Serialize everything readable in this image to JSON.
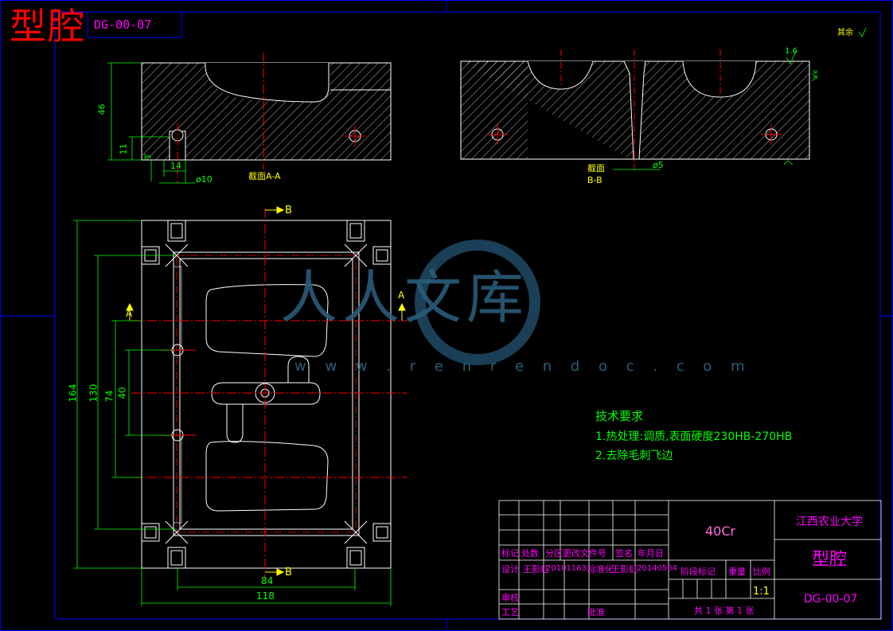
{
  "drawing": {
    "title": "型腔",
    "code": "DG-00-07",
    "surface_note": "其余",
    "roughness_top": "1.6",
    "roughness_right": "1.6"
  },
  "sections": {
    "aa_label": "截面A-A",
    "bb_label_line1": "截面",
    "bb_label_line2": "B-B",
    "bb_dim_diameter": "ø5"
  },
  "dimensions": {
    "aa_height": "46",
    "aa_small": "11",
    "aa_small2": "3",
    "aa_width": "14",
    "aa_diameter": "ø10",
    "plan_164": "164",
    "plan_130": "130",
    "plan_74": "74",
    "plan_40": "40",
    "plan_84": "84",
    "plan_118": "118"
  },
  "section_markers": {
    "b_top": "B",
    "b_bottom": "B",
    "a_left": "A",
    "a_right": "A"
  },
  "tech": {
    "heading": "技术要求",
    "line1": "1.热处理:调质,表面硬度230HB-270HB",
    "line2": "2.去除毛刺飞边"
  },
  "watermark": {
    "text": "人人文库",
    "url": "w w w . r e n r e n d o c . c o m"
  },
  "title_block": {
    "material": "40Cr",
    "school": "江西农业大学",
    "part_name": "型腔",
    "part_code": "DG-00-07",
    "scale": "1:1",
    "sheet": "共 1 张 第 1 张",
    "h_mark": "标记",
    "h_count": "处数",
    "h_zone": "分区",
    "h_doc": "更改文件号",
    "h_sign": "签名",
    "h_date": "年月日",
    "r_design": "设计",
    "r_designer": "王影虹",
    "r_design_date": "20101163",
    "r_standard": "标准化",
    "r_std_person": "王影虹",
    "r_std_date": "20140504",
    "r_review": "审核",
    "r_process": "工艺",
    "r_approve": "批准",
    "h_stage": "阶段标记",
    "h_weight": "重量",
    "h_scale": "比例"
  },
  "colors": {
    "frame": "#0000ff",
    "outline": "#ffffff",
    "dimension": "#00ff00",
    "centerline": "#ff0000",
    "text": "#ff00ff"
  }
}
